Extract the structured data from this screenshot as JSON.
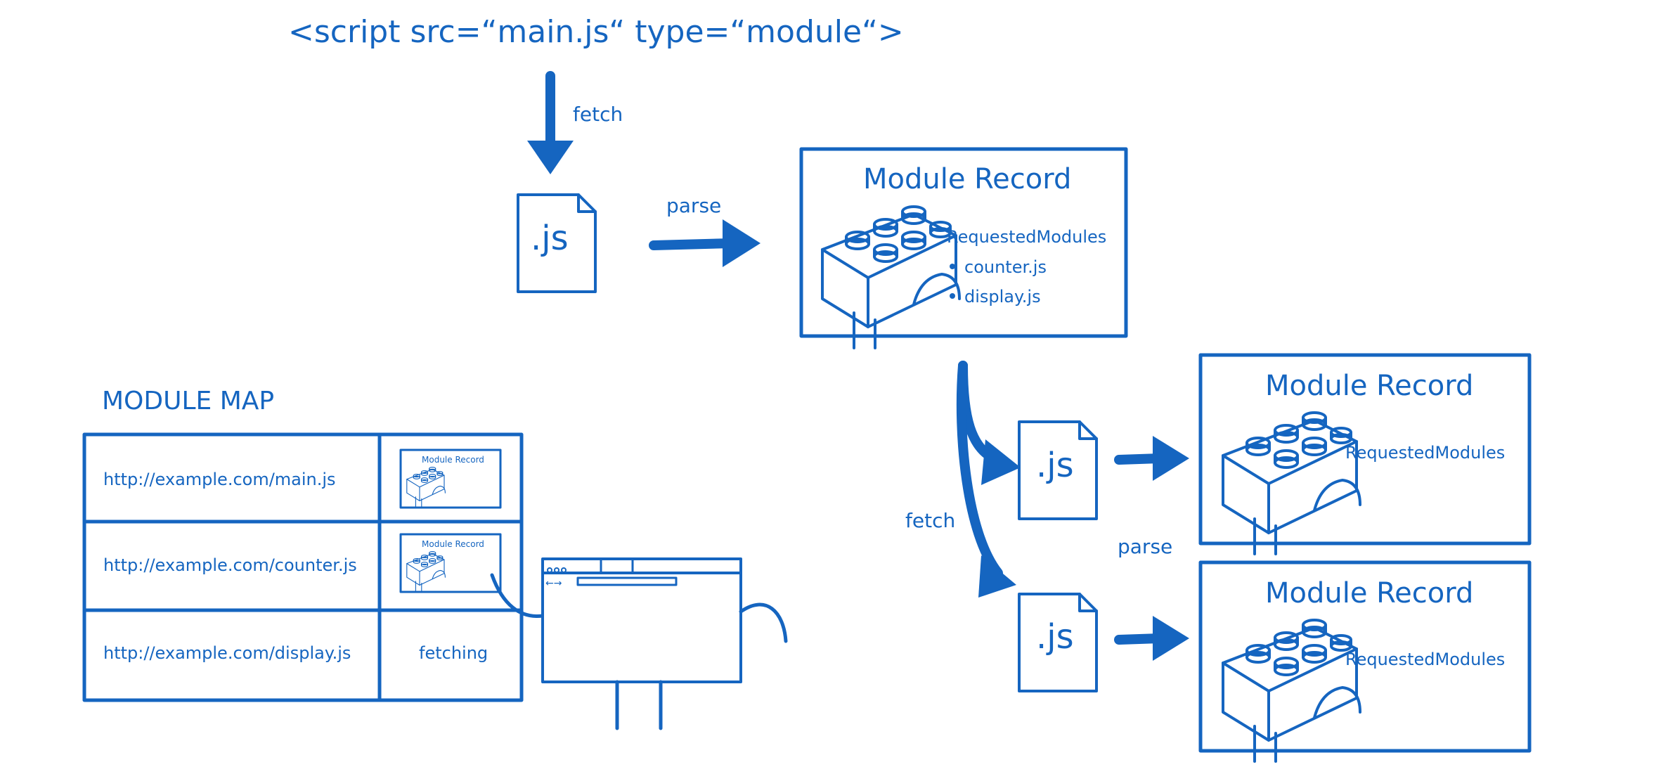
{
  "script_tag": "<script src=“main.js“ type=“module“>",
  "labels": {
    "fetch_top": "fetch",
    "parse_top": "parse",
    "fetch_branch": "fetch",
    "parse_branch": "parse"
  },
  "file_label": ".js",
  "main_record": {
    "title": "Module Record",
    "requested_heading": "RequestedModules",
    "requested": [
      "counter.js",
      "display.js"
    ]
  },
  "child_records": [
    {
      "title": "Module Record",
      "requested_heading": "RequestedModules"
    },
    {
      "title": "Module Record",
      "requested_heading": "RequestedModules"
    }
  ],
  "module_map": {
    "title": "MODULE MAP",
    "rows": [
      {
        "url": "http://example.com/main.js",
        "status": "Module Record"
      },
      {
        "url": "http://example.com/counter.js",
        "status": "Module Record"
      },
      {
        "url": "http://example.com/display.js",
        "status": "fetching"
      }
    ]
  },
  "colors": {
    "ink": "#1565c0",
    "background": "#ffffff"
  }
}
